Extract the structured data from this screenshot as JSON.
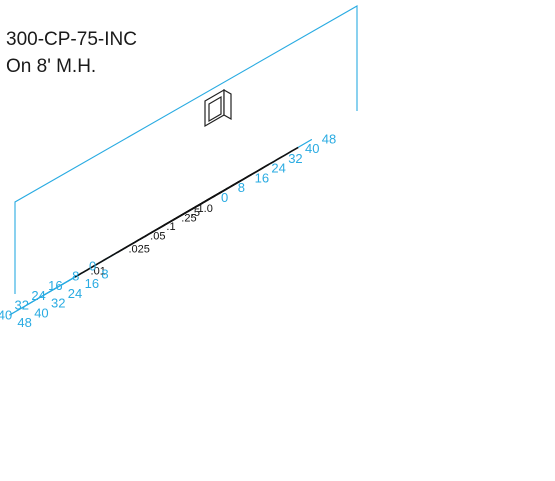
{
  "title": {
    "line1": "300-CP-75-INC",
    "line2": "On 8' M.H."
  },
  "diagram": {
    "type": "isofootcandle plot",
    "grid_step": 8,
    "left_axis_ticks": [
      "0",
      "8",
      "16",
      "24",
      "32",
      "40",
      "48"
    ],
    "right_axis_ticks": [
      "48",
      "40",
      "32",
      "24",
      "16",
      "8",
      "0",
      "8",
      "16",
      "24",
      "32",
      "40",
      "48"
    ],
    "contours": [
      {
        "label": "1.0",
        "radius": 4.5
      },
      {
        "label": ".5",
        "radius": 7
      },
      {
        "label": ".25",
        "radius": 10.5
      },
      {
        "label": ".1",
        "radius": 16
      },
      {
        "label": ".05",
        "radius": 22
      },
      {
        "label": ".025",
        "radius": 30
      },
      {
        "label": ".01",
        "radius": 44
      }
    ],
    "colors": {
      "grid": "#29abe2",
      "contour": "#111111",
      "text": "#1a1a1a"
    }
  }
}
